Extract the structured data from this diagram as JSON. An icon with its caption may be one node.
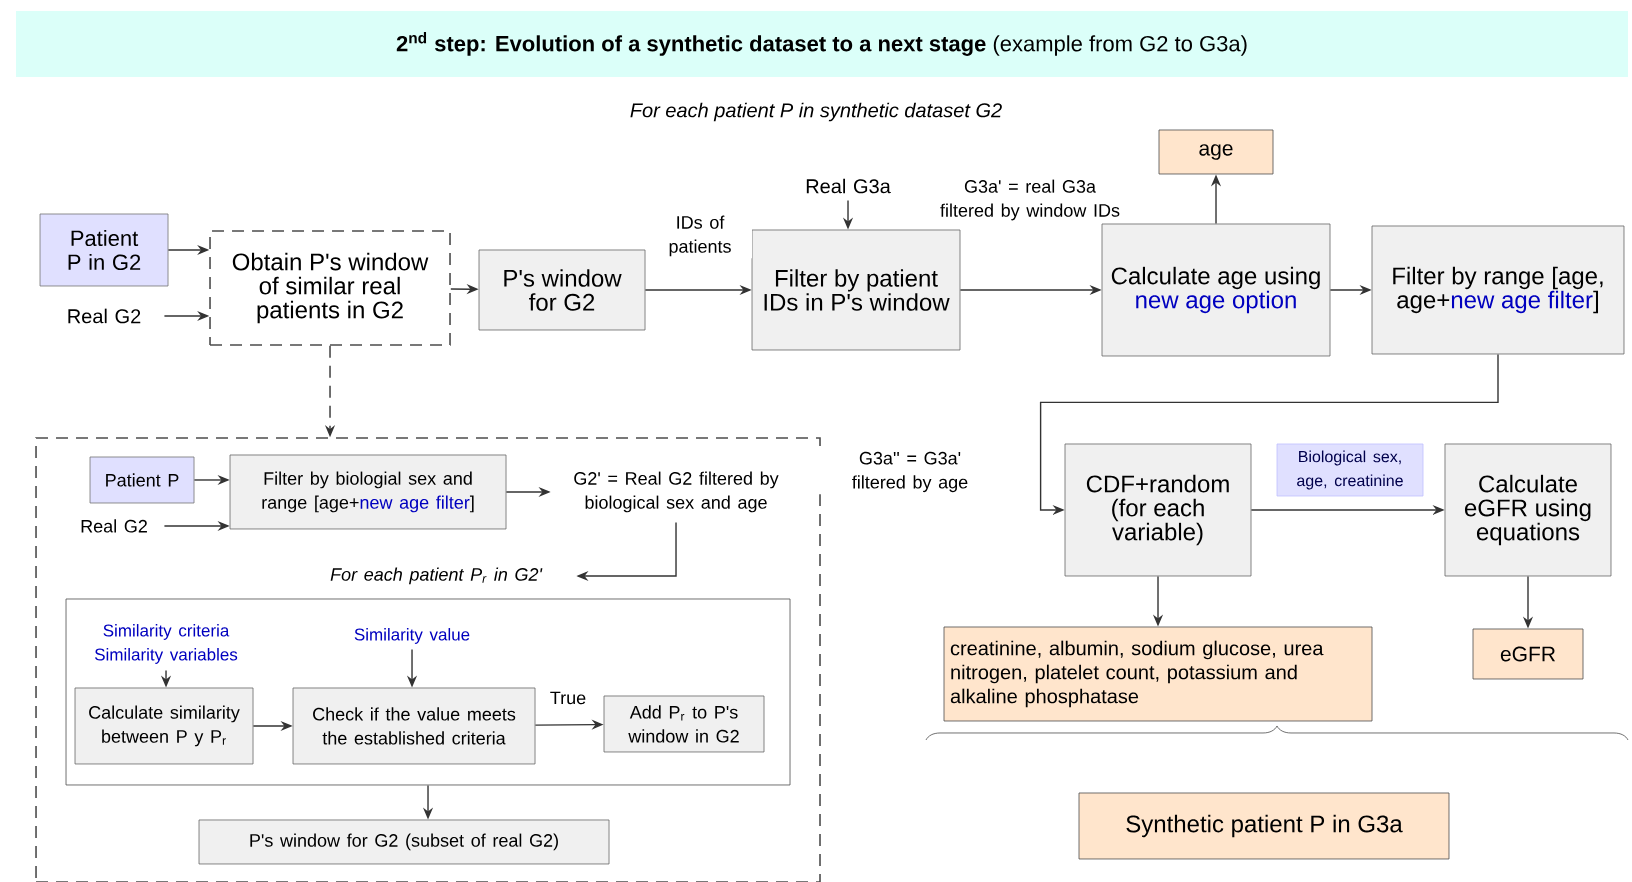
{
  "diagram": {
    "title": "**2$^{nd}$ step: Evolution of a synthetic dataset to a next stage** (example from G2 to G3a)",
    "nodes": [
      {
        "text": [
          "Patient P in G2"
        ]
      },
      {
        "text": [
          "Real G2"
        ]
      },
      {
        "text": [
          "Obtain P's window of similar real patients in G2"
        ]
      },
      {
        "text": [
          "P's window for G2"
        ]
      },
      {
        "text": [
          "Real G3a"
        ]
      },
      {
        "text": [
          "Filter by patient IDs in P's window"
        ]
      },
      {
        "text": [
          "age"
        ]
      },
      {
        "text": [
          "Calculate age using",
          "new age option"
        ]
      },
      {
        "text": [
          "Filter by range [age, age+",
          "new age filter",
          "]"
        ]
      },
      {
        "text": [],
        "shape": "box"
      },
      {
        "text": [
          "Patient P"
        ],
        "in": 9
      },
      {
        "text": [
          "Real G2"
        ],
        "in": 9
      },
      {
        "text": [
          "Filter by biologial sex and range [age+",
          "new age filter",
          "]"
        ],
        "in": 9
      },
      {
        "text": [
          "G2' = Real G2 filtered by biological sex and age"
        ],
        "in": 9
      },
      {
        "text": [
          "For each patient P$_{r}$ in G2'"
        ],
        "in": 9
      },
      {
        "text": [],
        "shape": "box",
        "in": 9
      },
      {
        "text": [
          "Similarity criteria",
          "Similarity variables"
        ],
        "in": 15
      },
      {
        "text": [
          "Similarity value"
        ],
        "in": 15
      },
      {
        "text": [
          "Calculate similarity between P y P$_{r}$"
        ],
        "in": 15
      },
      {
        "text": [
          "Check if the value meets the established criteria"
        ],
        "in": 15
      },
      {
        "text": [
          "Add P$_{r}$ to P's window in G2"
        ],
        "in": 15
      },
      {
        "text": [
          "P's window for G2 (subset of real G2)"
        ],
        "in": 9
      },
      {
        "text": [
          "CDF+random (for each variable)"
        ]
      },
      {
        "text": [
          "Biological sex, age, creatinine"
        ]
      },
      {
        "text": [
          "Calculate eGFR using equations"
        ]
      },
      {
        "text": [
          "creatinine, albumin, sodium glucose, urea nitrogen, platelet count, potassium and alkaline phosphatase"
        ]
      },
      {
        "text": [
          "eGFR"
        ]
      },
      {
        "text": [
          "Synthetic patient P in G3a"
        ]
      }
    ],
    "edges": [
      {
        "from": 0,
        "to": 2,
        "arrow": "to"
      },
      {
        "from": 1,
        "to": 2,
        "arrow": "to"
      },
      {
        "from": 2,
        "to": 3,
        "arrow": "to"
      },
      {
        "from": 3,
        "to": 5,
        "arrow": "to",
        "label": "IDs of patients"
      },
      {
        "from": 4,
        "to": 5,
        "arrow": "to"
      },
      {
        "from": 5,
        "to": 7,
        "arrow": "to",
        "label": "G3a' = real G3a filtered by window IDs"
      },
      {
        "from": 7,
        "to": 6,
        "arrow": "to"
      },
      {
        "from": 7,
        "to": 8,
        "arrow": "to"
      },
      {
        "from": 2,
        "to": 9,
        "arrow": "to",
        "style": "dashed"
      },
      {
        "from": 10,
        "to": 12,
        "arrow": "to"
      },
      {
        "from": 11,
        "to": 12,
        "arrow": "to"
      },
      {
        "from": 12,
        "to": 13,
        "arrow": "to"
      },
      {
        "from": 13,
        "to": 14,
        "arrow": "to"
      },
      {
        "from": 16,
        "to": 18,
        "arrow": "to"
      },
      {
        "from": 17,
        "to": 19,
        "arrow": "to"
      },
      {
        "from": 18,
        "to": 19,
        "arrow": "to"
      },
      {
        "from": 19,
        "to": 20,
        "arrow": "to",
        "label": "True"
      },
      {
        "from": 15,
        "to": 21,
        "arrow": "to"
      },
      {
        "from": 8,
        "to": 22,
        "arrow": "to",
        "label": "G3a'' = G3a' filtered by age"
      },
      {
        "from": 22,
        "to": 25,
        "arrow": "to"
      },
      {
        "from": 22,
        "to": 24,
        "arrow": "to"
      },
      {
        "from": 24,
        "to": 26,
        "arrow": "to"
      }
    ],
    "labels": [
      "For each patient P in  synthetic dataset G2"
    ]
  }
}
